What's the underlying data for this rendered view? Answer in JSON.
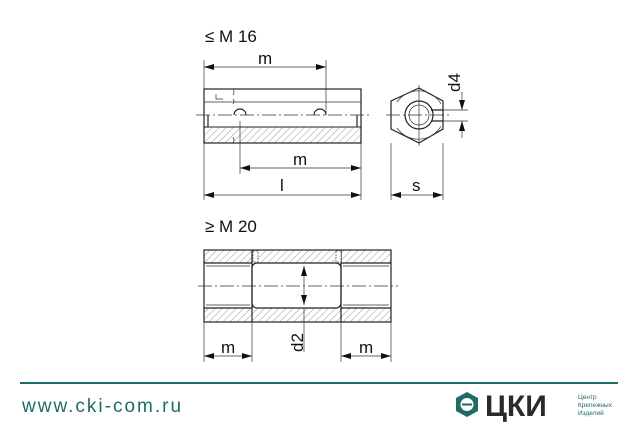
{
  "drawing": {
    "upper_heading": "≤ M 16",
    "lower_heading": "≥ M 20",
    "dims": {
      "m": "m",
      "l": "l",
      "s": "s",
      "d4": "d4",
      "d2": "d2"
    }
  },
  "footer": {
    "url": "www.cki-com.ru",
    "logo_text": "ЦКИ",
    "logo_sub": [
      "Центр",
      "Крепежных",
      "Изделий"
    ],
    "accent_color": "#1e6b68"
  }
}
